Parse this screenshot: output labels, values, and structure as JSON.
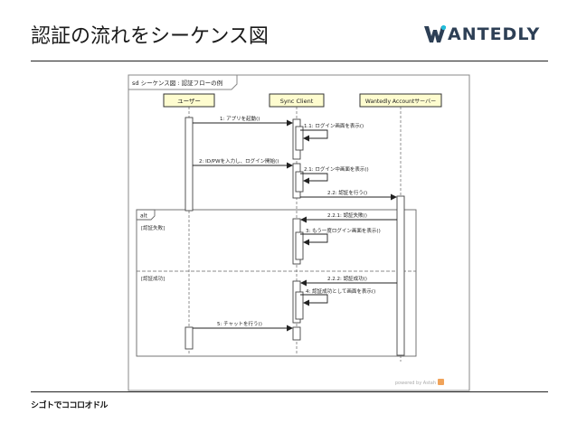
{
  "header": {
    "title": "認証の流れをシーケンス図",
    "logo_text": "ANTEDLY"
  },
  "footer": {
    "brand": "シゴトでココロオドル"
  },
  "diagram": {
    "frame_label": "sd シーケンス図 : 認証フローの例",
    "lifelines": [
      {
        "name": "ユーザー"
      },
      {
        "name": "Sync Client"
      },
      {
        "name": "Wantedly Accountサーバー"
      }
    ],
    "messages": [
      {
        "label": "1: アプリを起動()"
      },
      {
        "label": "1.1: ログイン画面を表示()"
      },
      {
        "label": "2: ID/PWを入力し、ログイン開始()"
      },
      {
        "label": "2.1: ログイン中画面を表示()"
      },
      {
        "label": "2.2: 認証を行う()"
      },
      {
        "label": "2.2.1: 認証失敗()"
      },
      {
        "label": "3: もう一度ログイン画面を表示()"
      },
      {
        "label": "2.2.2: 認証成功()"
      },
      {
        "label": "4: 認証成功として画面を表示()"
      },
      {
        "label": "5: チャットを行う()"
      }
    ],
    "fragment": {
      "operator": "alt",
      "guard_1": "[認証失敗]",
      "guard_2": "[認証成功]"
    },
    "watermark": "powered by Astah"
  }
}
